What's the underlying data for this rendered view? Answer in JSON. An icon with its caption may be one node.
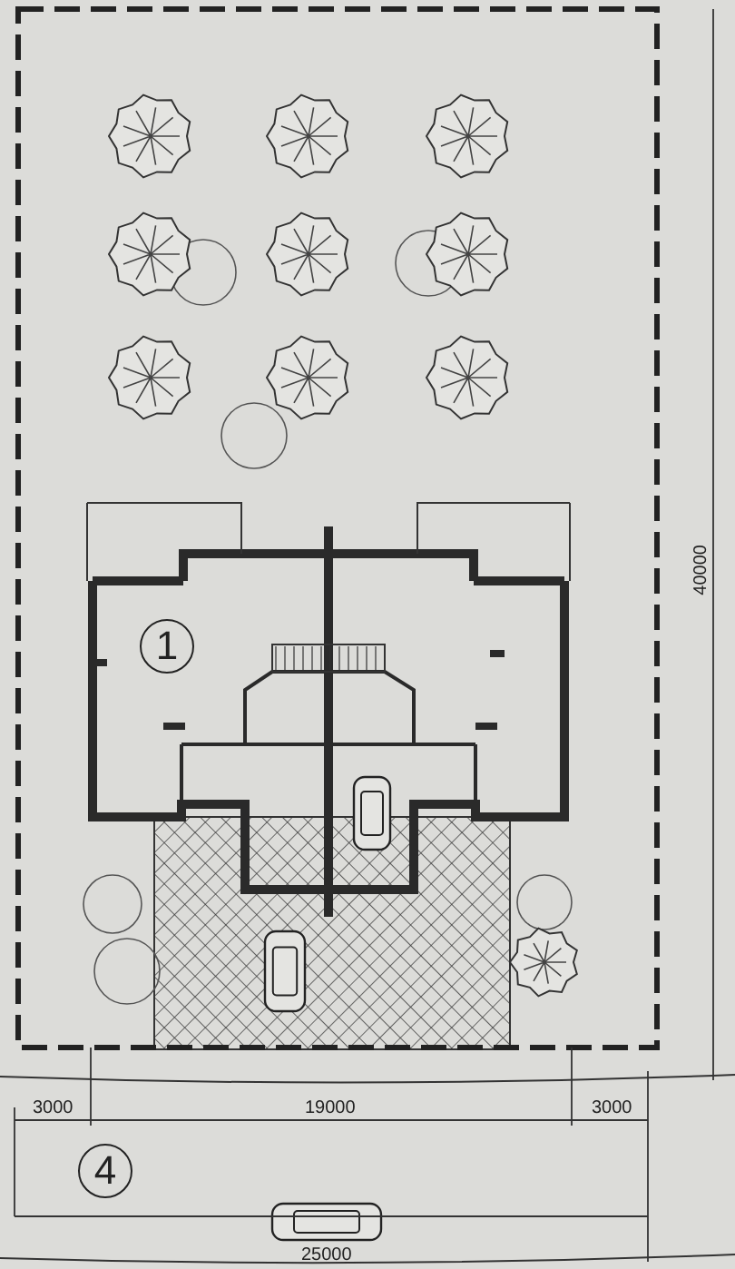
{
  "diagram": {
    "labels": [
      "40000",
      "1",
      "3000",
      "19000",
      "3000",
      "4",
      "25000"
    ]
  }
}
